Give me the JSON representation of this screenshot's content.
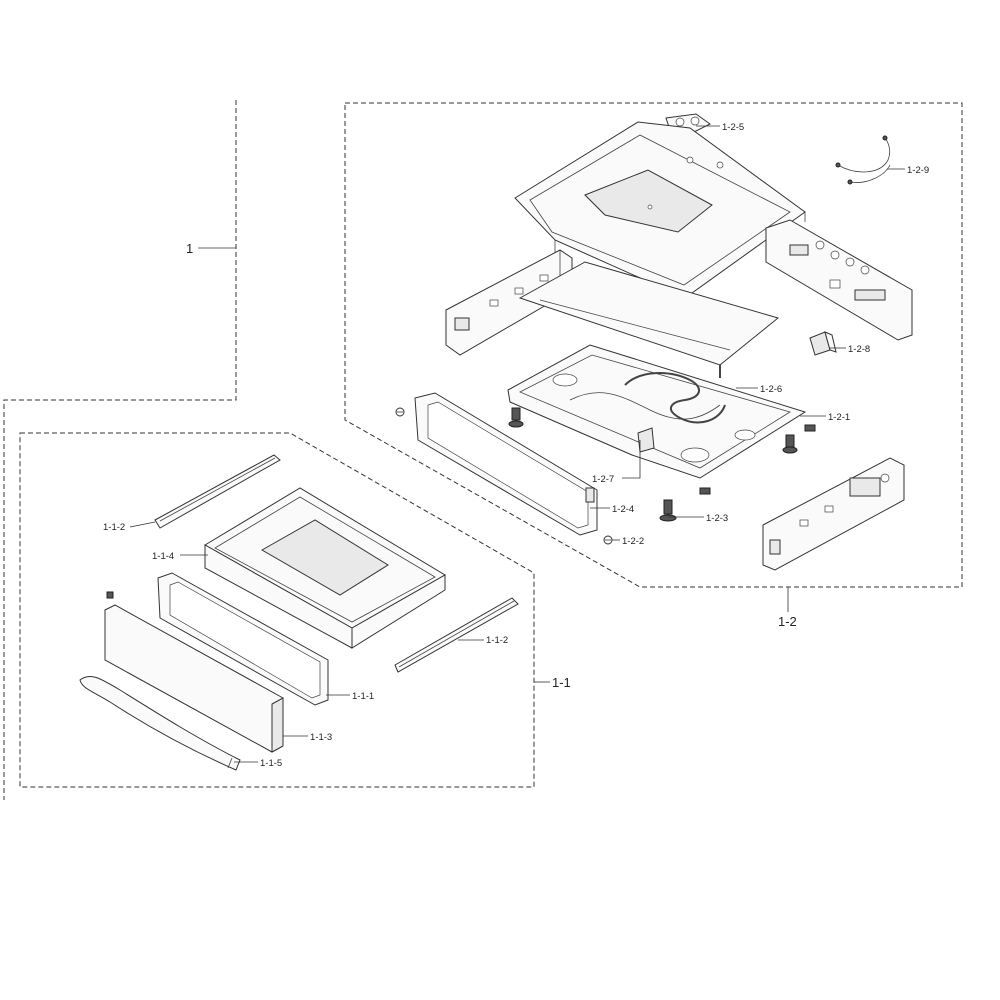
{
  "diagram": {
    "groups": [
      {
        "id": "1",
        "label": "1"
      },
      {
        "id": "1-1",
        "label": "1-1"
      },
      {
        "id": "1-2",
        "label": "1-2"
      }
    ],
    "parts": [
      {
        "id": "1-1-1",
        "label": "1-1-1"
      },
      {
        "id": "1-1-2-left",
        "label": "1-1-2"
      },
      {
        "id": "1-1-2-right",
        "label": "1-1-2"
      },
      {
        "id": "1-1-3",
        "label": "1-1-3"
      },
      {
        "id": "1-1-4",
        "label": "1-1-4"
      },
      {
        "id": "1-1-5",
        "label": "1-1-5"
      },
      {
        "id": "1-2-1",
        "label": "1-2-1"
      },
      {
        "id": "1-2-2",
        "label": "1-2-2"
      },
      {
        "id": "1-2-3",
        "label": "1-2-3"
      },
      {
        "id": "1-2-4",
        "label": "1-2-4"
      },
      {
        "id": "1-2-5",
        "label": "1-2-5"
      },
      {
        "id": "1-2-6",
        "label": "1-2-6"
      },
      {
        "id": "1-2-7",
        "label": "1-2-7"
      },
      {
        "id": "1-2-8",
        "label": "1-2-8"
      },
      {
        "id": "1-2-9",
        "label": "1-2-9"
      }
    ]
  }
}
